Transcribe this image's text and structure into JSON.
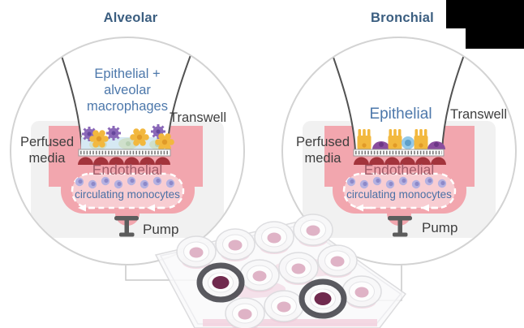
{
  "figure": {
    "panels": {
      "alveolar": {
        "title": "Alveolar",
        "insert_label": "Epithelial +\nalveolar\nmacrophages",
        "transwell_label": "Transwell",
        "perfused_media_label": "Perfused\nmedia",
        "endothelial_label": "Endothelial",
        "monocytes_label": "circulating monocytes",
        "pump_label": "Pump"
      },
      "bronchial": {
        "title": "Bronchial",
        "insert_label": "Epithelial",
        "transwell_label": "Transwell",
        "perfused_media_label": "Perfused\nmedia",
        "endothelial_label": "Endothelial",
        "monocytes_label": "circulating monocytes",
        "pump_label": "Pump"
      }
    },
    "colors": {
      "title_blue": "#3b5e80",
      "label_blue": "#4d78ab",
      "label_dark": "#3e3e3e",
      "endothelial_text": "#a05b68",
      "media_pink": "#f2a6ae",
      "channel_inner_pink": "#f8cdd2",
      "monocyte_lavender": "#b4b1e1",
      "endothelial_cell_red": "#a3343c",
      "epithelial_yellow": "#f2b83e",
      "macrophage_purple": "#8a68b8",
      "goblet_blue": "#93c9e8",
      "dome_purple": "#8a4d9e",
      "redaction_black": "#000000"
    },
    "icons": {
      "pump": "pump-icon",
      "flow_arrow": "flow-arrow-left-icon",
      "membrane": "membrane-icon"
    }
  }
}
